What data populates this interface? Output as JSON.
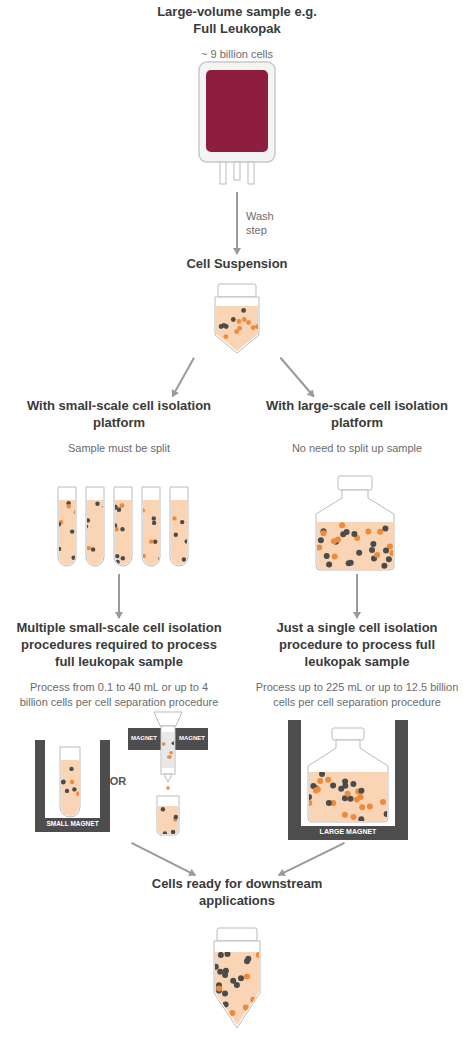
{
  "diagram": {
    "nodes": [
      {
        "text": [
          "Large-volume sample e.g. Full Leukopak",
          "~ 9 billion cells"
        ]
      },
      {
        "text": [
          "Cell Suspension"
        ]
      },
      {
        "text": [
          "With small-scale cell isolation platform",
          "Sample must be split"
        ]
      },
      {
        "text": [
          "With large-scale cell isolation platform",
          "No need to split up sample"
        ]
      },
      {
        "text": [
          "Multiple small-scale cell isolation procedures required to process full leukopak sample",
          "Process from 0.1 to 40 mL or up to 4 billion cells per cell separation procedure"
        ]
      },
      {
        "text": [
          "Just a single cell isolation procedure to process full leukopak sample",
          "Process up to 225 mL or up to 12.5 billion cells per cell separation procedure"
        ]
      },
      {
        "text": [
          "Cells ready for downstream applications"
        ]
      }
    ],
    "edges": [
      {
        "from": 0,
        "to": 1,
        "label": "Wash step",
        "arrow": "to"
      },
      {
        "from": 1,
        "to": 2,
        "arrow": "to"
      },
      {
        "from": 1,
        "to": 3,
        "arrow": "to"
      },
      {
        "from": 2,
        "to": 4,
        "arrow": "to"
      },
      {
        "from": 3,
        "to": 5,
        "arrow": "to"
      },
      {
        "from": 4,
        "to": 6,
        "arrow": "to"
      },
      {
        "from": 5,
        "to": 6,
        "arrow": "to"
      }
    ],
    "labels": [
      "SMALL MAGNET",
      "OR",
      "MAGNET",
      "MAGNET",
      "LARGE MAGNET"
    ]
  }
}
